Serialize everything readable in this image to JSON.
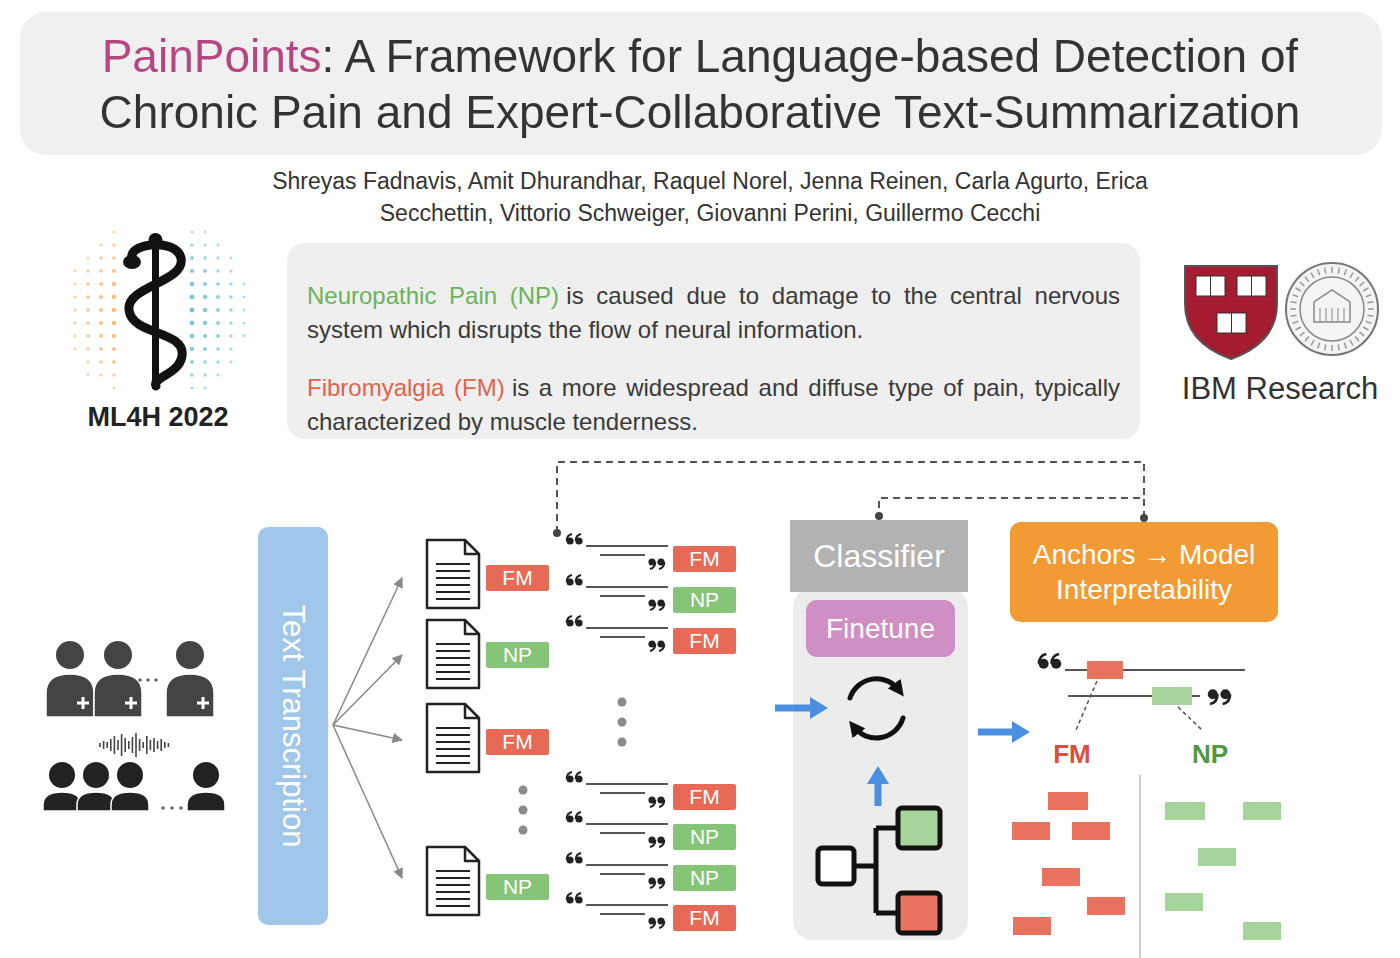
{
  "diagram": {
    "title": "PainPoints: A Framework for Language-based Detection of Chronic Pain and Expert-Collaborative Text-Summarization",
    "nodes": [
      {
        "text": [
          "Neuropathic Pain (NP)",
          "is caused due to damage to the central nervous system which disrupts the flow of neural information.",
          "Fibromyalgia (FM)",
          "is a more widespread and diffuse type of pain, typically characterized by muscle tenderness."
        ]
      },
      {
        "text": [
          "Text Transcription"
        ]
      },
      {
        "text": [
          "FM"
        ]
      },
      {
        "text": [
          "NP"
        ]
      },
      {
        "text": [
          "FM"
        ]
      },
      {
        "text": [
          "NP"
        ]
      },
      {
        "text": [
          "FM"
        ]
      },
      {
        "text": [
          "NP"
        ]
      },
      {
        "text": [
          "FM"
        ]
      },
      {
        "text": [
          "FM"
        ]
      },
      {
        "text": [
          "NP"
        ]
      },
      {
        "text": [
          "NP"
        ]
      },
      {
        "text": [
          "FM"
        ]
      },
      {
        "text": [
          "Classifier"
        ]
      },
      {
        "text": [
          "Finetune"
        ],
        "in": 13
      },
      {
        "text": [
          "Anchors → Model Interpretability"
        ]
      }
    ],
    "edges": [
      {
        "from": 13,
        "to": 15,
        "arrow": "none"
      }
    ],
    "labels": [
      "Shreyas Fadnavis, Amit Dhurandhar, Raquel Norel, Jenna Reinen, Carla Agurto, Erica Secchettin, Vittorio Schweiger, Giovanni Perini, Guillermo Cecchi",
      "ML4H 2022",
      "IBM Research",
      "FM",
      "NP"
    ]
  }
}
